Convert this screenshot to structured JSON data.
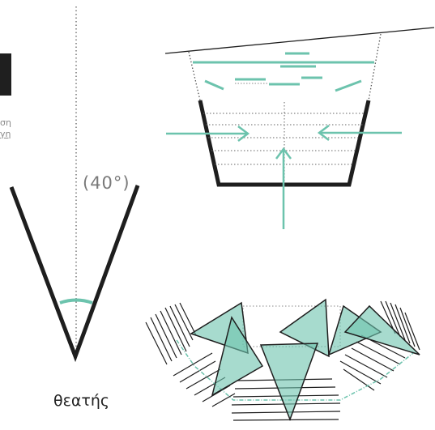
{
  "viewing_angle": {
    "label": "(40°)"
  },
  "viewer": {
    "label": "θεατής"
  },
  "edge_text": {
    "top": "ση",
    "bottom": "γη"
  },
  "colors": {
    "accent": "#6cc3ad",
    "fill": "#8fd3bf",
    "line": "#1e1e1e",
    "dotted": "#555555",
    "block": "#1f1f1f"
  }
}
